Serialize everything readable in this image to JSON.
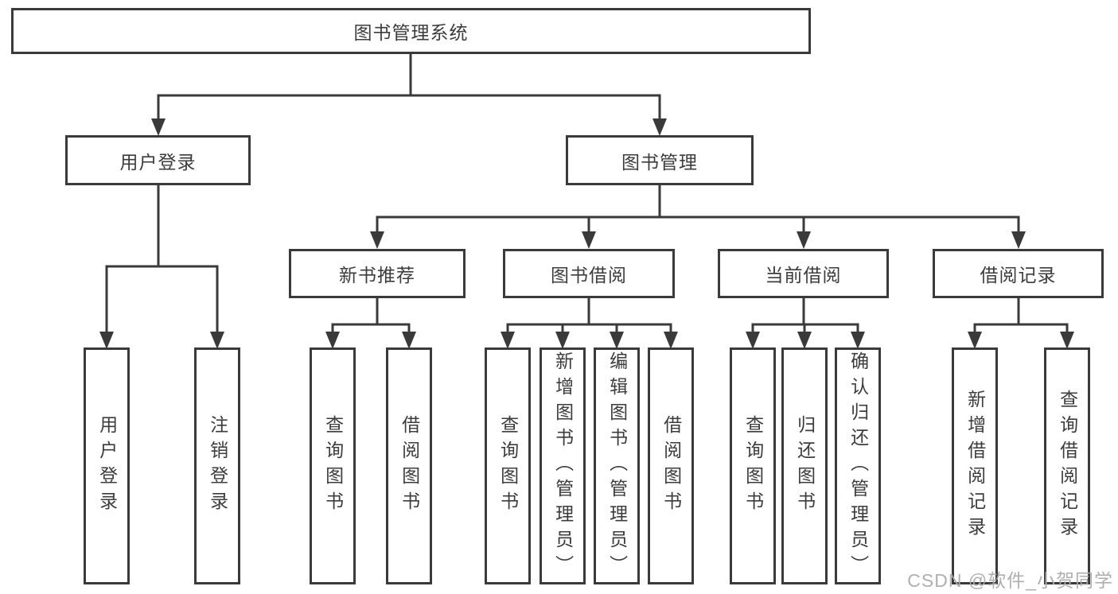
{
  "tree": {
    "label": "图书管理系统",
    "children": [
      {
        "label": "用户登录",
        "children": [
          {
            "label": "用户登录"
          },
          {
            "label": "注销登录"
          }
        ]
      },
      {
        "label": "图书管理",
        "children": [
          {
            "label": "新书推荐",
            "children": [
              {
                "label": "查询图书"
              },
              {
                "label": "借阅图书"
              }
            ]
          },
          {
            "label": "图书借阅",
            "children": [
              {
                "label": "查询图书"
              },
              {
                "label": "新增图书（管理员）"
              },
              {
                "label": "编辑图书（管理员）"
              },
              {
                "label": "借阅图书"
              }
            ]
          },
          {
            "label": "当前借阅",
            "children": [
              {
                "label": "查询图书"
              },
              {
                "label": "归还图书"
              },
              {
                "label": "确认归还（管理员）"
              }
            ]
          },
          {
            "label": "借阅记录",
            "children": [
              {
                "label": "新增借阅记录"
              },
              {
                "label": "查询借阅记录"
              }
            ]
          }
        ]
      }
    ]
  },
  "watermark": {
    "text": "CSDN @软件_小贺同学"
  },
  "colors": {
    "line": "#3a3a3a",
    "box_border": "#3a3a3a",
    "text": "#3c3c3c",
    "watermark": "#ababab",
    "background": "#ffffff"
  }
}
